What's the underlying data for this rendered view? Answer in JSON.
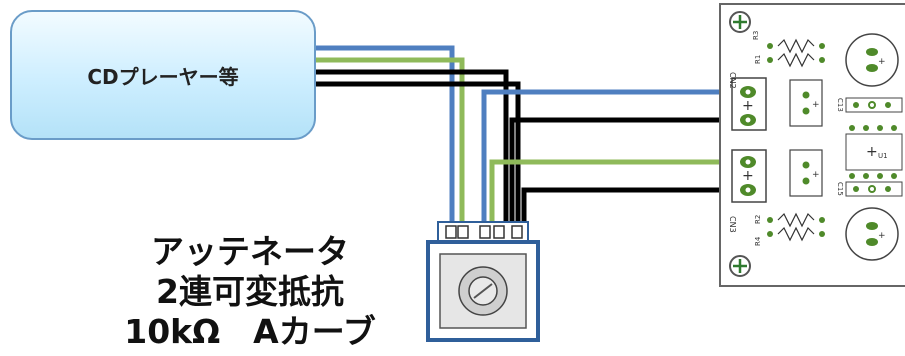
{
  "source_box": {
    "label": "CDプレーヤー等"
  },
  "attenuator": {
    "line1": "アッテネータ",
    "line2": "2連可変抵抗",
    "line3": "10kΩ　Aカーブ"
  },
  "board": {
    "connector_labels": [
      "CN2",
      "CN3"
    ],
    "resistor_labels": [
      "R3",
      "R1",
      "R2",
      "R4"
    ],
    "capacitor_labels": [
      "C13",
      "C15"
    ],
    "ic_label": "U1",
    "polarity_mark": "+"
  },
  "colors": {
    "wire_blue": "#4f7fc0",
    "wire_green": "#8fba5a",
    "wire_black": "#000000",
    "pot_frame": "#2f5f9a",
    "pcb_outline": "#666666",
    "pad_green": "#4f8a2a"
  }
}
